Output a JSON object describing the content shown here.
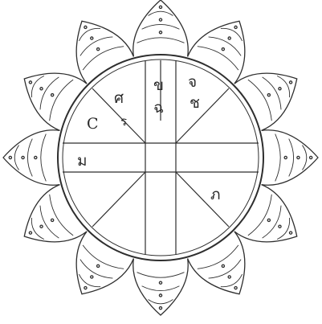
{
  "diagram": {
    "ink_color": "#2e2e2e",
    "paper_color": "#ffffff",
    "petal_count": 12,
    "center_mark": "",
    "cell_marks": [
      {
        "id": "upper-left-outer",
        "text": "C"
      },
      {
        "id": "upper-left-inner",
        "text": "ศ"
      },
      {
        "id": "upper-left-inner-2",
        "text": "ร"
      },
      {
        "id": "top-column-1",
        "text": "ข"
      },
      {
        "id": "top-column-2",
        "text": "ฉ"
      },
      {
        "id": "upper-right-1",
        "text": "จ"
      },
      {
        "id": "upper-right-2",
        "text": "ช"
      },
      {
        "id": "left-middle",
        "text": "ม"
      },
      {
        "id": "lower-right",
        "text": "ภ"
      }
    ]
  }
}
